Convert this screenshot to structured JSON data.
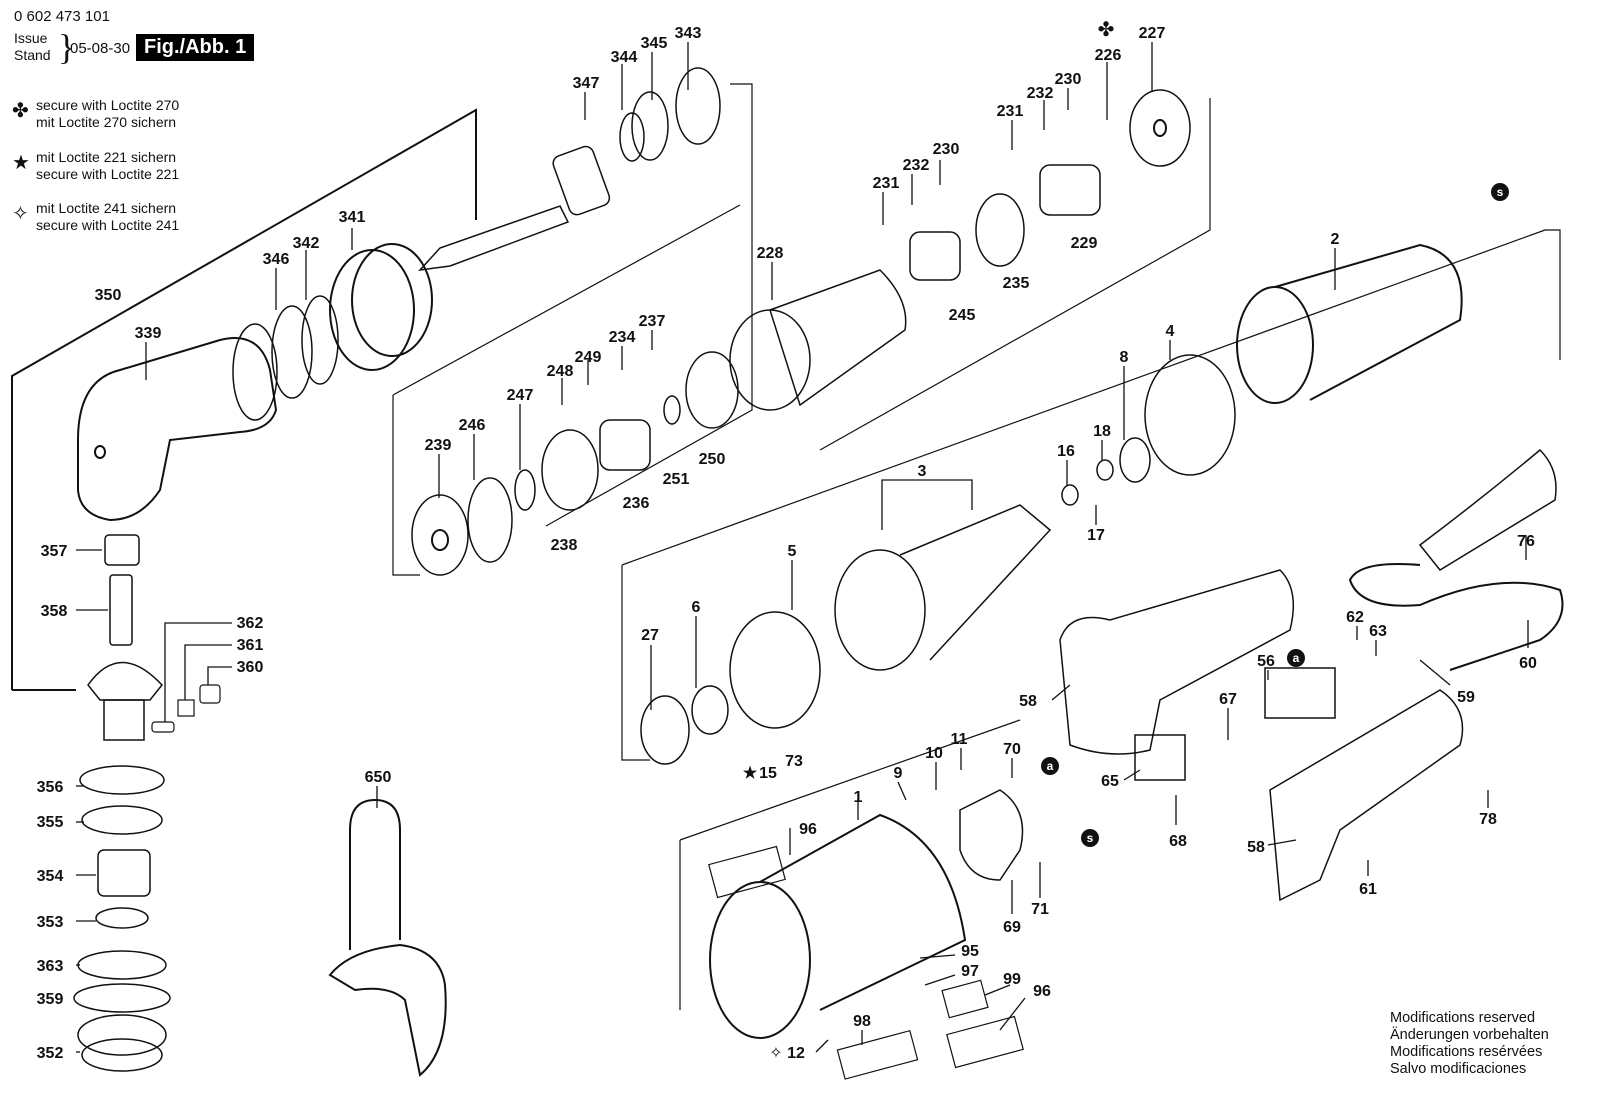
{
  "header": {
    "doc_number": "0 602 473 101",
    "issue_label": "Issue",
    "stand_label": "Stand",
    "date": "05-08-30",
    "figure_label": "Fig./Abb. 1"
  },
  "legend": [
    {
      "icon": "clover-cross-icon",
      "symbol": "✤",
      "line1": "secure with Loctite 270",
      "line2": "mit Loctite 270 sichern"
    },
    {
      "icon": "star-icon",
      "symbol": "★",
      "line1": "mit Loctite 221 sichern",
      "line2": "secure with Loctite 221"
    },
    {
      "icon": "four-point-star-outline-icon",
      "symbol": "✧",
      "line1": "mit Loctite 241 sichern",
      "line2": "secure with Loctite 241"
    }
  ],
  "special_markers": {
    "s": "s",
    "a": "a"
  },
  "part_numbers": {
    "p343": "343",
    "p344": "344",
    "p345": "345",
    "p347": "347",
    "p341": "341",
    "p342": "342",
    "p346": "346",
    "p350": "350",
    "p339": "339",
    "p357": "357",
    "p358": "358",
    "p362": "362",
    "p361": "361",
    "p360": "360",
    "p356": "356",
    "p355": "355",
    "p354": "354",
    "p353": "353",
    "p363": "363",
    "p359": "359",
    "p352": "352",
    "p650": "650",
    "p227": "227",
    "p226": "226",
    "p230a": "230",
    "p232a": "232",
    "p231a": "231",
    "p230b": "230",
    "p232b": "232",
    "p231b": "231",
    "p229": "229",
    "p235": "235",
    "p245": "245",
    "p228": "228",
    "p237": "237",
    "p234": "234",
    "p249": "249",
    "p248": "248",
    "p247": "247",
    "p246": "246",
    "p239": "239",
    "p238": "238",
    "p236": "236",
    "p251": "251",
    "p250": "250",
    "p2": "2",
    "p4": "4",
    "p8": "8",
    "p18": "18",
    "p16": "16",
    "p17": "17",
    "p3": "3",
    "p5": "5",
    "p6": "6",
    "p27": "27",
    "p15": "15",
    "p73": "73",
    "p76": "76",
    "p62": "62",
    "p63": "63",
    "p60": "60",
    "p56": "56",
    "p58a": "58",
    "p58b": "58",
    "p59": "59",
    "p67": "67",
    "p65": "65",
    "p68": "68",
    "p70": "70",
    "p11": "11",
    "p10": "10",
    "p9": "9",
    "p78": "78",
    "p61": "61",
    "p1": "1",
    "p96a": "96",
    "p69": "69",
    "p71": "71",
    "p95": "95",
    "p97": "97",
    "p99": "99",
    "p96b": "96",
    "p98": "98",
    "p12": "12"
  },
  "footer": {
    "line1": "Modifications reserved",
    "line2": "Änderungen vorbehalten",
    "line3": "Modifications resérvées",
    "line4": "Salvo modificaciones"
  }
}
